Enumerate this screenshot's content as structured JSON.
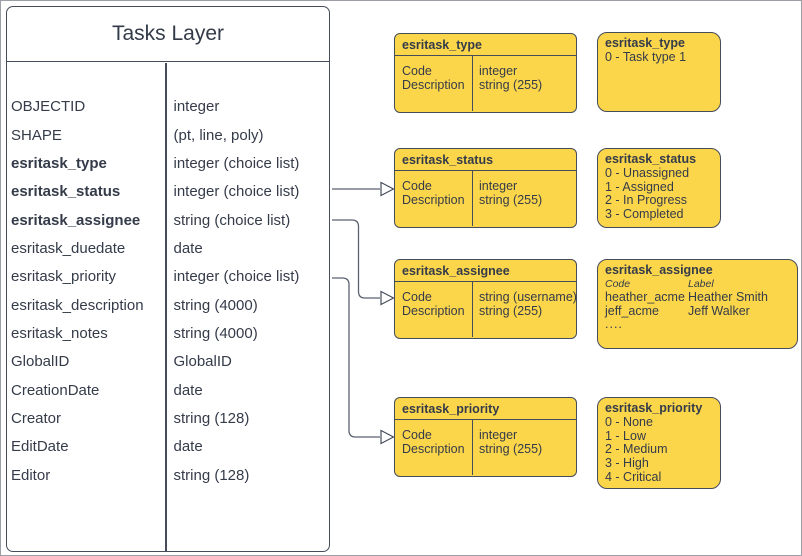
{
  "tasks_layer": {
    "title": "Tasks Layer",
    "fields": [
      {
        "name": "OBJECTID",
        "type": "integer"
      },
      {
        "name": "SHAPE",
        "type": "(pt, line, poly)"
      },
      {
        "name": "esritask_type",
        "type": "integer (choice list)"
      },
      {
        "name": "esritask_status",
        "type": "integer (choice list)"
      },
      {
        "name": "esritask_assignee",
        "type": "string (choice list)"
      },
      {
        "name": "esritask_duedate",
        "type": "date"
      },
      {
        "name": "esritask_priority",
        "type": "integer (choice list)"
      },
      {
        "name": "esritask_description",
        "type": "string (4000)"
      },
      {
        "name": "esritask_notes",
        "type": "string (4000)"
      },
      {
        "name": "GlobalID",
        "type": "GlobalID"
      },
      {
        "name": "CreationDate",
        "type": "date"
      },
      {
        "name": "Creator",
        "type": "string (128)"
      },
      {
        "name": "EditDate",
        "type": "date"
      },
      {
        "name": "Editor",
        "type": "string (128)"
      }
    ]
  },
  "domain_tables": {
    "type": {
      "title": "esritask_type",
      "rows": [
        {
          "field": "Code",
          "type": "integer"
        },
        {
          "field": "Description",
          "type": "string (255)"
        }
      ]
    },
    "status": {
      "title": "esritask_status",
      "rows": [
        {
          "field": "Code",
          "type": "integer"
        },
        {
          "field": "Description",
          "type": "string (255)"
        }
      ]
    },
    "assignee": {
      "title": "esritask_assignee",
      "rows": [
        {
          "field": "Code",
          "type": "string (username)"
        },
        {
          "field": "Description",
          "type": "string (255)"
        }
      ]
    },
    "priority": {
      "title": "esritask_priority",
      "rows": [
        {
          "field": "Code",
          "type": "integer"
        },
        {
          "field": "Description",
          "type": "string (255)"
        }
      ]
    }
  },
  "value_lists": {
    "type": {
      "title": "esritask_type",
      "values": [
        "0 - Task type 1"
      ]
    },
    "status": {
      "title": "esritask_status",
      "values": [
        "0 - Unassigned",
        "1 - Assigned",
        "2 - In Progress",
        "3 - Completed"
      ]
    },
    "assignee": {
      "title": "esritask_assignee",
      "code_header": "Code",
      "label_header": "Label",
      "entries": [
        {
          "code": "heather_acme",
          "label": "Heather Smith"
        },
        {
          "code": "jeff_acme",
          "label": "Jeff Walker"
        }
      ],
      "ellipsis": "...."
    },
    "priority": {
      "title": "esritask_priority",
      "values": [
        "0 - None",
        "1 - Low",
        "2 - Medium",
        "3 - High",
        "4 - Critical"
      ]
    }
  },
  "colors": {
    "box_fill": "#FCD64A",
    "stroke": "#454C5A",
    "connector": "#5A6170"
  }
}
